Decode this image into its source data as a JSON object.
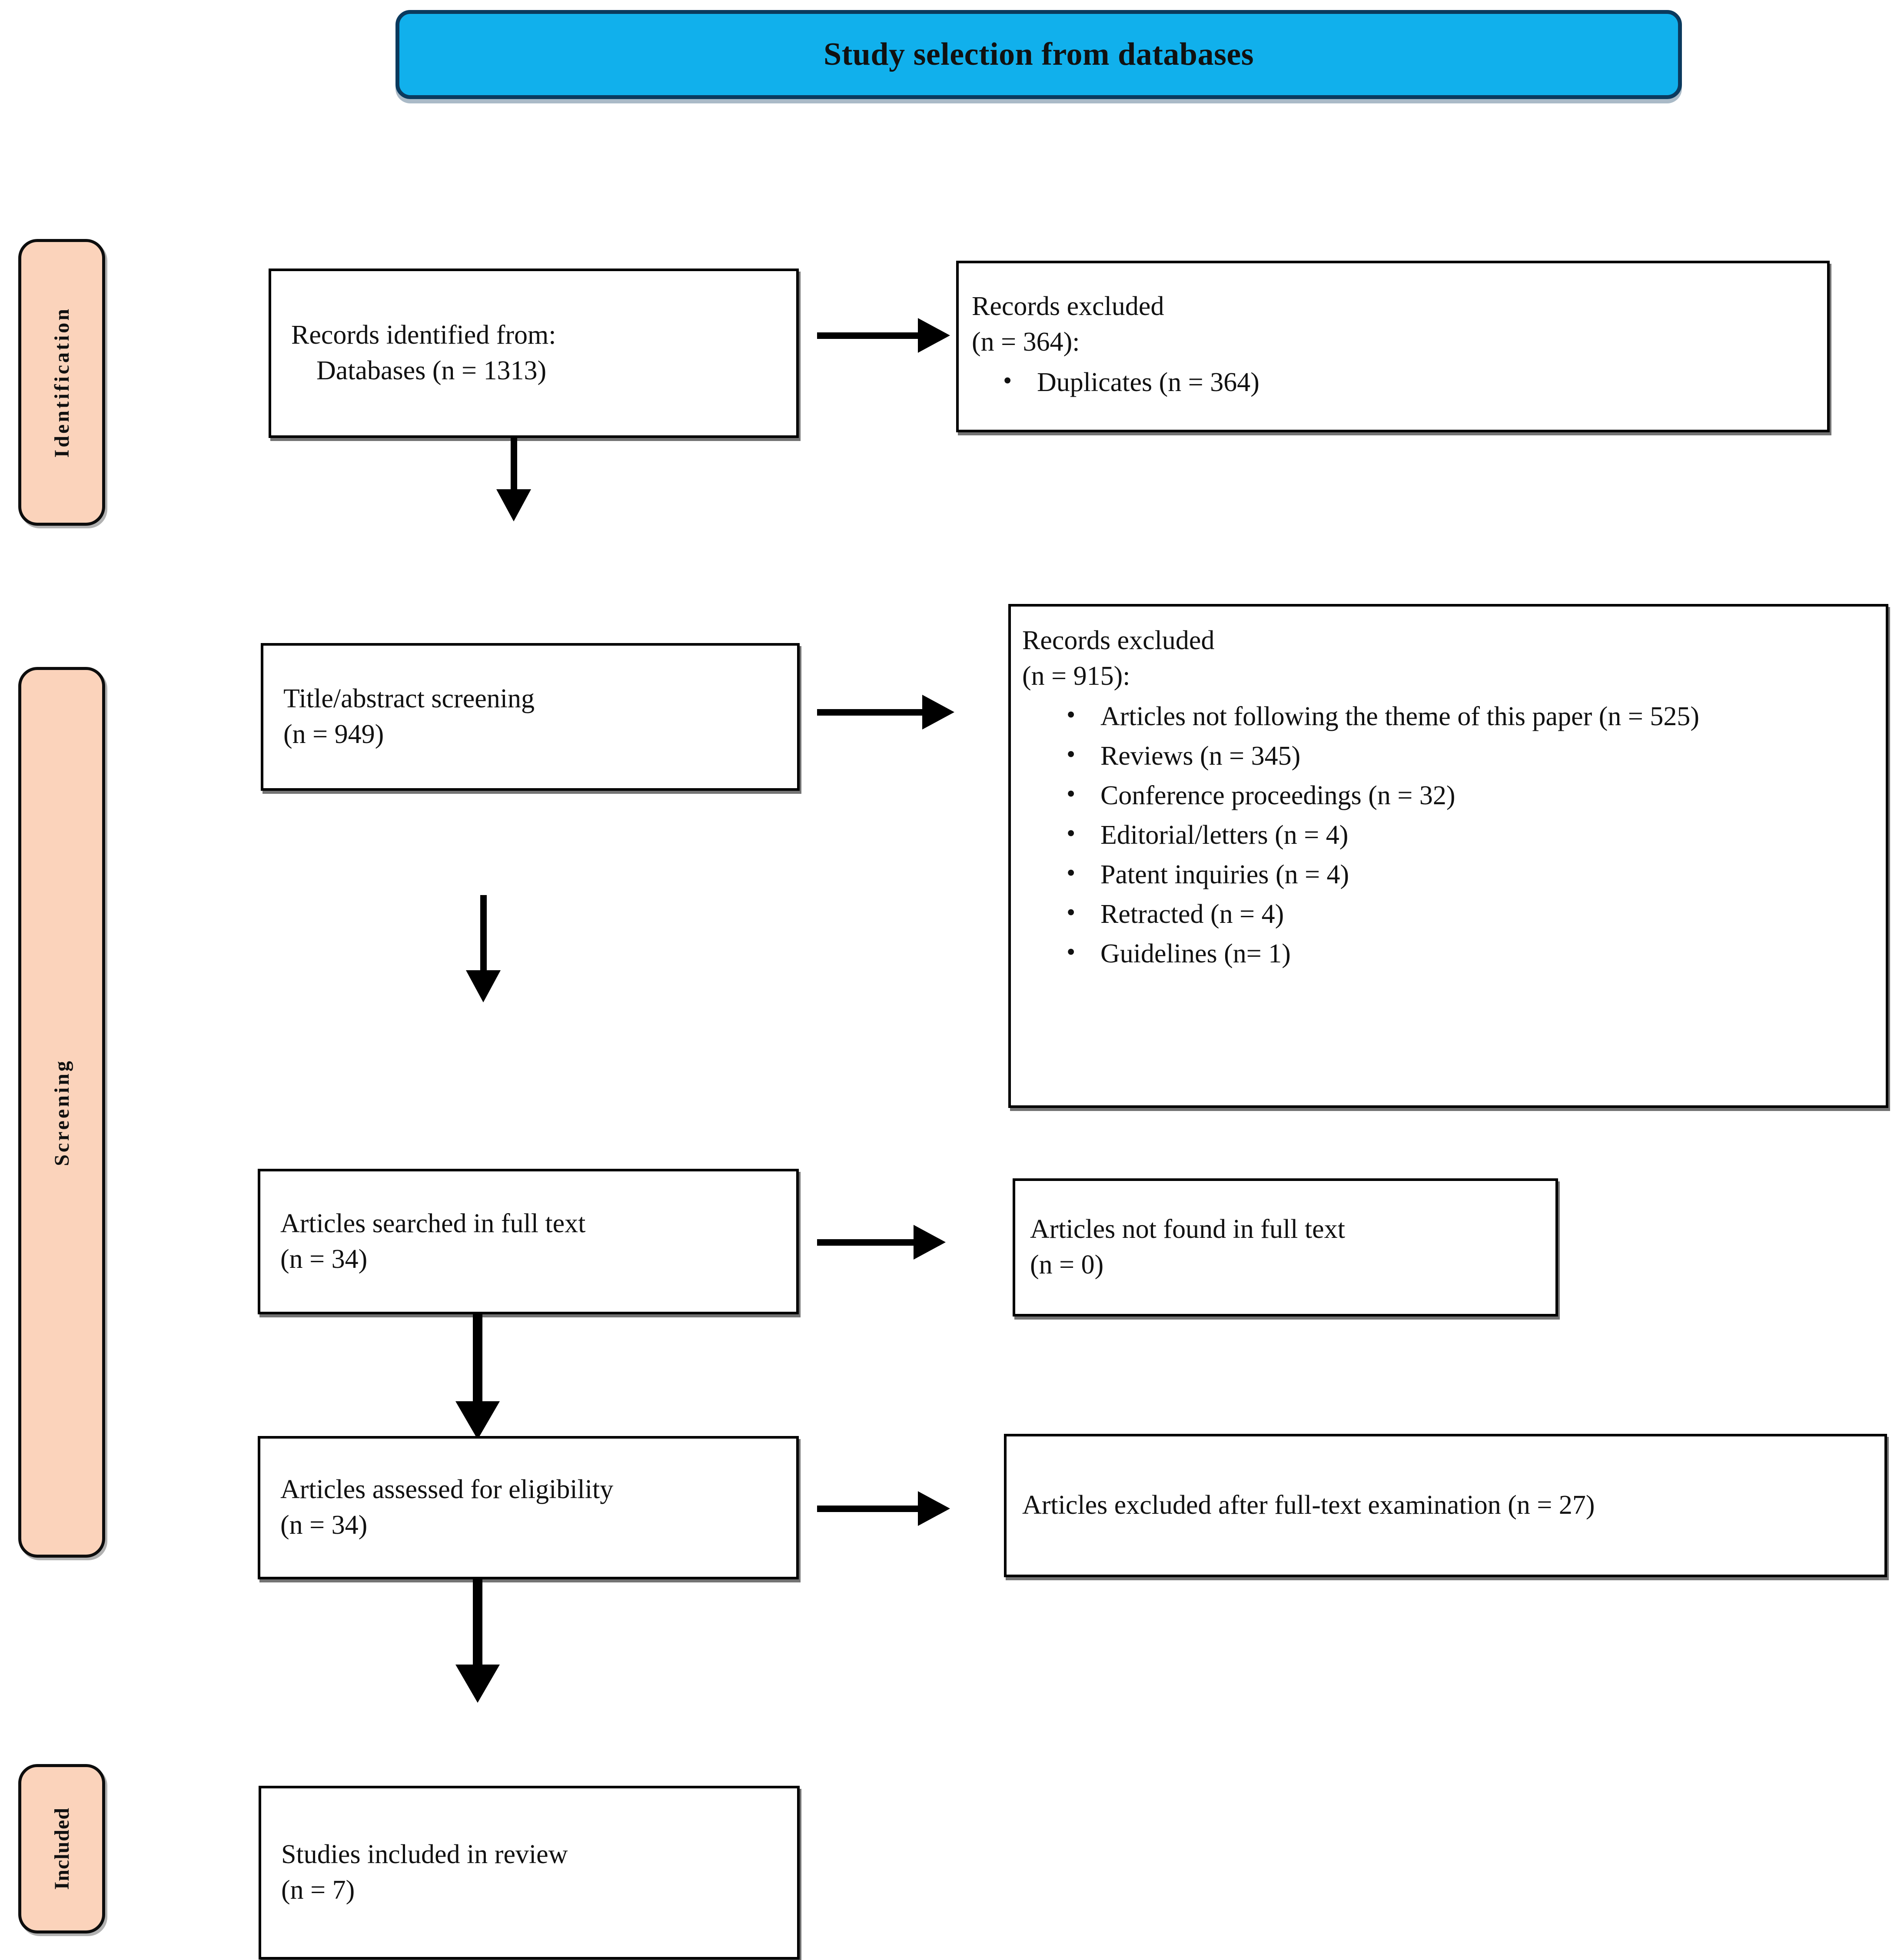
{
  "banner": {
    "title": "Study selection from databases",
    "fill_color": "#11b0ec",
    "border_color": "#0b3a5e"
  },
  "stages": [
    {
      "label": "Identification",
      "fill_color": "#fbd3bb"
    },
    {
      "label": "Screening",
      "fill_color": "#fbd3bb"
    },
    {
      "label": "Included",
      "fill_color": "#fbd3bb"
    }
  ],
  "nodes": {
    "identified": {
      "line1": "Records identified from:",
      "line2": "Databases (n = 1313)"
    },
    "records_excluded_dup": {
      "line1": "Records excluded",
      "line2": "(n = 364):",
      "bullets": [
        "Duplicates (n = 364)"
      ]
    },
    "title_abstract": {
      "line1": "Title/abstract screening",
      "line2": "(n = 949)"
    },
    "records_excluded_screening": {
      "line1": "Records excluded",
      "line2": "(n = 915):",
      "bullets": [
        "Articles not following the theme of this paper (n = 525)",
        "Reviews (n = 345)",
        "Conference proceedings (n = 32)",
        "Editorial/letters (n = 4)",
        "Patent inquiries (n = 4)",
        "Retracted (n = 4)",
        "Guidelines (n= 1)"
      ]
    },
    "full_text_searched": {
      "line1": "Articles searched in full text",
      "line2": "(n = 34)"
    },
    "full_text_not_found": {
      "line1": "Articles not found in full text",
      "line2": "(n = 0)"
    },
    "eligibility": {
      "line1": "Articles assessed for eligibility",
      "line2": "(n = 34)"
    },
    "excluded_full_text": {
      "line1": "Articles excluded after full-text examination (n = 27)"
    },
    "included": {
      "line1": "Studies included in review",
      "line2": "(n = 7)"
    }
  },
  "chart_data": {
    "type": "diagram",
    "title": "Study selection from databases",
    "flow": [
      {
        "stage": "Identification",
        "label": "Records identified from: Databases",
        "n": 1313
      },
      {
        "stage": "Identification",
        "label": "Records excluded: Duplicates",
        "n": 364
      },
      {
        "stage": "Screening",
        "label": "Title/abstract screening",
        "n": 949
      },
      {
        "stage": "Screening",
        "label": "Records excluded",
        "n": 915
      },
      {
        "stage": "Screening",
        "label": "Articles not following the theme of this paper",
        "n": 525
      },
      {
        "stage": "Screening",
        "label": "Reviews",
        "n": 345
      },
      {
        "stage": "Screening",
        "label": "Conference proceedings",
        "n": 32
      },
      {
        "stage": "Screening",
        "label": "Editorial/letters",
        "n": 4
      },
      {
        "stage": "Screening",
        "label": "Patent inquiries",
        "n": 4
      },
      {
        "stage": "Screening",
        "label": "Retracted",
        "n": 4
      },
      {
        "stage": "Screening",
        "label": "Guidelines",
        "n": 1
      },
      {
        "stage": "Screening",
        "label": "Articles searched in full text",
        "n": 34
      },
      {
        "stage": "Screening",
        "label": "Articles not found in full text",
        "n": 0
      },
      {
        "stage": "Screening",
        "label": "Articles assessed for eligibility",
        "n": 34
      },
      {
        "stage": "Screening",
        "label": "Articles excluded after full-text examination",
        "n": 27
      },
      {
        "stage": "Included",
        "label": "Studies included in review",
        "n": 7
      }
    ]
  }
}
